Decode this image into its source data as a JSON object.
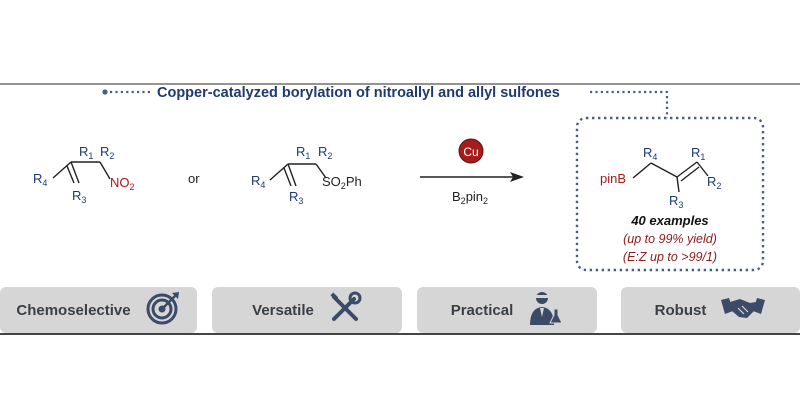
{
  "header": {
    "title": "Copper-catalyzed borylation of nitroallyl and allyl sulfones"
  },
  "scheme": {
    "substrate1": {
      "R4": "R4",
      "R1": "R1",
      "R2": "R2",
      "R3": "R3",
      "group": "NO2"
    },
    "or_text": "or",
    "substrate2": {
      "R4": "R4",
      "R1": "R1",
      "R2": "R2",
      "R3": "R3",
      "group": "SO2Ph"
    },
    "catalyst": "Cu",
    "reagent": "B2pin2",
    "product": {
      "pinB": "pinB",
      "R4": "R4",
      "R1": "R1",
      "R2": "R2",
      "R3": "R3"
    },
    "examples": "40 examples",
    "yield": "(up to 99% yield)",
    "selectivity": "(E:Z up to >99/1)"
  },
  "features": [
    {
      "label": "Chemoselective",
      "icon": "target-icon"
    },
    {
      "label": "Versatile",
      "icon": "tools-icon"
    },
    {
      "label": "Practical",
      "icon": "chemist-icon"
    },
    {
      "label": "Robust",
      "icon": "handshake-icon"
    }
  ],
  "colors": {
    "navy": "#1f3a6e",
    "dotted": "#4a5f80",
    "nitro_red": "#b3141a",
    "product_red": "#8e1a1a",
    "bond": "#222222",
    "bar": "#d6d6d6",
    "icon": "#3b4a66"
  }
}
